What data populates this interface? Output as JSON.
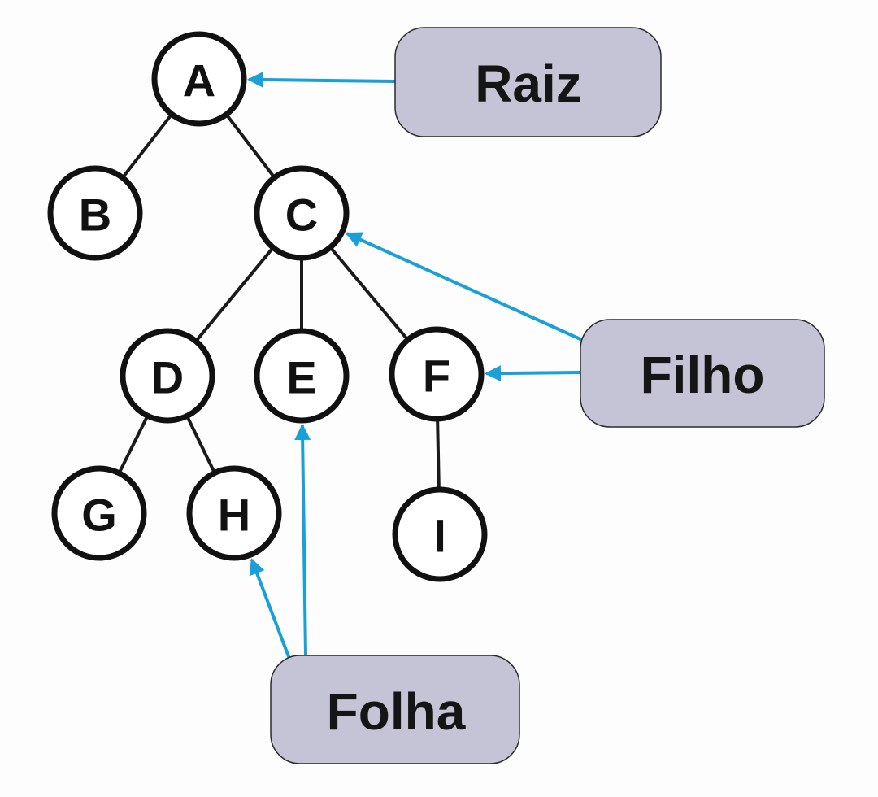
{
  "tree": {
    "nodes": [
      {
        "id": "A",
        "label": "A"
      },
      {
        "id": "B",
        "label": "B"
      },
      {
        "id": "C",
        "label": "C"
      },
      {
        "id": "D",
        "label": "D"
      },
      {
        "id": "E",
        "label": "E"
      },
      {
        "id": "F",
        "label": "F"
      },
      {
        "id": "G",
        "label": "G"
      },
      {
        "id": "H",
        "label": "H"
      },
      {
        "id": "I",
        "label": "I"
      }
    ],
    "edges": [
      {
        "from": "A",
        "to": "B"
      },
      {
        "from": "A",
        "to": "C"
      },
      {
        "from": "C",
        "to": "D"
      },
      {
        "from": "C",
        "to": "E"
      },
      {
        "from": "C",
        "to": "F"
      },
      {
        "from": "D",
        "to": "G"
      },
      {
        "from": "D",
        "to": "H"
      },
      {
        "from": "F",
        "to": "I"
      }
    ]
  },
  "callouts": [
    {
      "id": "raiz",
      "label": "Raiz",
      "points_to": [
        "A"
      ]
    },
    {
      "id": "filho",
      "label": "Filho",
      "points_to": [
        "C",
        "F"
      ]
    },
    {
      "id": "folha",
      "label": "Folha",
      "points_to": [
        "H",
        "E"
      ]
    }
  ],
  "colors": {
    "pointer_arrow": "#1aa0d8",
    "callout_fill": "#c4c4d6",
    "node_stroke": "#111111"
  }
}
